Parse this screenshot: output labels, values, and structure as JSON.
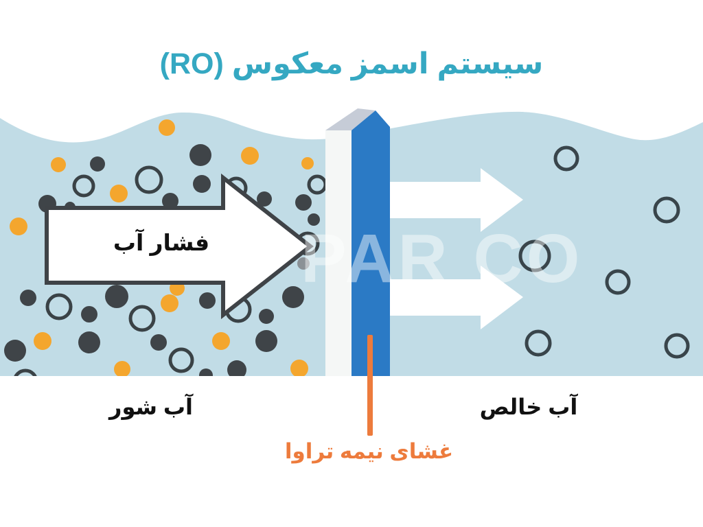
{
  "title": {
    "text": "سیستم اسمز معکوس (RO)"
  },
  "watermark": {
    "text": "PAR CO"
  },
  "labels": {
    "pressure_arrow": "فشار آب",
    "left_water": "آب شور",
    "right_water": "آب خالص",
    "membrane": "غشای نیمه تراوا"
  },
  "colors": {
    "title": "#35a8c2",
    "water": "#c1dce6",
    "membrane_front": "#f5f7f6",
    "membrane_side": "#2b7ac5",
    "membrane_top": "#c6ccd7",
    "particle_dark": "#3f4448",
    "particle_orange": "#f4a62e",
    "particle_gray": "#8b9196",
    "ring_stroke": "#3a4246",
    "bubble_stroke": "#39454b",
    "arrow_fill": "#ffffff",
    "arrow_outline": "#3f4347",
    "label_orange": "#ed7b3c",
    "label_black": "#111111"
  },
  "scene": {
    "salt_particles_dark": [
      [
        142,
        239,
        11
      ],
      [
        292,
        226,
        16
      ],
      [
        294,
        268,
        13
      ],
      [
        69,
        297,
        13
      ],
      [
        248,
        293,
        12
      ],
      [
        102,
        302,
        8
      ],
      [
        385,
        290,
        11
      ],
      [
        442,
        295,
        12
      ],
      [
        457,
        320,
        9
      ],
      [
        170,
        432,
        17
      ],
      [
        41,
        434,
        12
      ],
      [
        130,
        458,
        12
      ],
      [
        22,
        511,
        16
      ],
      [
        130,
        499,
        16
      ],
      [
        231,
        499,
        12
      ],
      [
        302,
        438,
        12
      ],
      [
        388,
        461,
        11
      ],
      [
        427,
        433,
        16
      ],
      [
        388,
        497,
        16
      ],
      [
        345,
        539,
        14
      ],
      [
        300,
        547,
        10
      ]
    ],
    "salt_particles_orange": [
      [
        243,
        186,
        12
      ],
      [
        85,
        240,
        11
      ],
      [
        173,
        282,
        13
      ],
      [
        27,
        330,
        13
      ],
      [
        364,
        227,
        13
      ],
      [
        448,
        238,
        9
      ],
      [
        258,
        420,
        11
      ],
      [
        247,
        442,
        13
      ],
      [
        322,
        497,
        13
      ],
      [
        62,
        497,
        13
      ],
      [
        178,
        538,
        12
      ],
      [
        436,
        537,
        13
      ]
    ],
    "salt_particles_gray": [
      [
        442,
        384,
        9
      ]
    ],
    "solute_rings": [
      [
        122,
        271,
        14
      ],
      [
        217,
        262,
        18
      ],
      [
        344,
        274,
        14
      ],
      [
        462,
        269,
        12
      ],
      [
        86,
        447,
        17
      ],
      [
        207,
        464,
        17
      ],
      [
        347,
        451,
        17
      ],
      [
        448,
        355,
        15
      ],
      [
        264,
        525,
        16
      ],
      [
        37,
        556,
        16
      ]
    ],
    "pure_water_bubbles": [
      [
        825,
        231,
        16
      ],
      [
        971,
        306,
        17
      ],
      [
        779,
        373,
        21
      ],
      [
        900,
        411,
        16
      ],
      [
        784,
        500,
        17
      ],
      [
        986,
        504,
        16
      ]
    ]
  }
}
